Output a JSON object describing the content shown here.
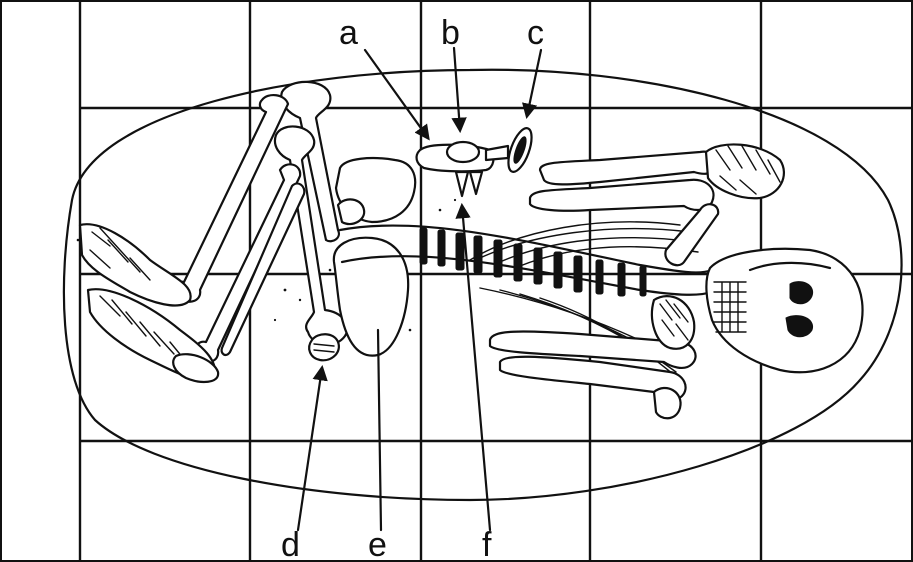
{
  "figure": {
    "labels": [
      {
        "id": "a",
        "text": "a"
      },
      {
        "id": "b",
        "text": "b"
      },
      {
        "id": "c",
        "text": "c"
      },
      {
        "id": "d",
        "text": "d"
      },
      {
        "id": "e",
        "text": "e"
      },
      {
        "id": "f",
        "text": "f"
      }
    ]
  },
  "colors": {
    "ink": "#111111",
    "paper": "#ffffff"
  }
}
